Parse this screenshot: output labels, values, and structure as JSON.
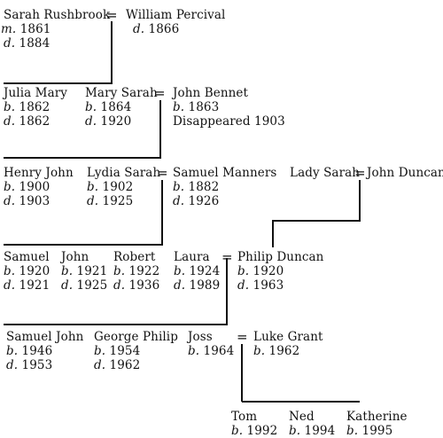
{
  "equals": "=",
  "gen1": {
    "sarah_rushbrook": {
      "name": "Sarah Rushbrook",
      "l1": {
        "p": "m.",
        "y": "1861"
      },
      "l2": {
        "p": "d.",
        "y": "1884"
      }
    },
    "william_percival": {
      "name": "William Percival",
      "l1": {
        "p": "d.",
        "y": "1866"
      }
    }
  },
  "gen2": {
    "julia_mary": {
      "name": "Julia Mary",
      "l1": {
        "p": "b.",
        "y": "1862"
      },
      "l2": {
        "p": "d.",
        "y": "1862"
      }
    },
    "mary_sarah": {
      "name": "Mary Sarah",
      "l1": {
        "p": "b.",
        "y": "1864"
      },
      "l2": {
        "p": "d.",
        "y": "1920"
      }
    },
    "john_bennet": {
      "name": "John Bennet",
      "l1": {
        "p": "b.",
        "y": "1863"
      },
      "l2": "Disappeared 1903"
    }
  },
  "gen3": {
    "henry_john": {
      "name": "Henry John",
      "l1": {
        "p": "b.",
        "y": "1900"
      },
      "l2": {
        "p": "d.",
        "y": "1903"
      }
    },
    "lydia_sarah": {
      "name": "Lydia Sarah",
      "l1": {
        "p": "b.",
        "y": "1902"
      },
      "l2": {
        "p": "d.",
        "y": "1925"
      }
    },
    "samuel_manners": {
      "name": "Samuel Manners",
      "l1": {
        "p": "b.",
        "y": "1882"
      },
      "l2": {
        "p": "d.",
        "y": "1926"
      }
    },
    "lady_sarah": {
      "name": "Lady Sarah"
    },
    "john_duncan": {
      "name": "John Duncan"
    }
  },
  "gen4": {
    "samuel": {
      "name": "Samuel",
      "l1": {
        "p": "b.",
        "y": "1920"
      },
      "l2": {
        "p": "d.",
        "y": "1921"
      }
    },
    "john": {
      "name": "John",
      "l1": {
        "p": "b.",
        "y": "1921"
      },
      "l2": {
        "p": "d.",
        "y": "1925"
      }
    },
    "robert": {
      "name": "Robert",
      "l1": {
        "p": "b.",
        "y": "1922"
      },
      "l2": {
        "p": "d.",
        "y": "1936"
      }
    },
    "laura": {
      "name": "Laura",
      "l1": {
        "p": "b.",
        "y": "1924"
      },
      "l2": {
        "p": "d.",
        "y": "1989"
      }
    },
    "philip_duncan": {
      "name": "Philip Duncan",
      "l1": {
        "p": "b.",
        "y": "1920"
      },
      "l2": {
        "p": "d.",
        "y": "1963"
      }
    }
  },
  "gen5": {
    "samuel_john": {
      "name": "Samuel John",
      "l1": {
        "p": "b.",
        "y": "1946"
      },
      "l2": {
        "p": "d.",
        "y": "1953"
      }
    },
    "george_philip": {
      "name": "George Philip",
      "l1": {
        "p": "b.",
        "y": "1954"
      },
      "l2": {
        "p": "d.",
        "y": "1962"
      }
    },
    "joss": {
      "name": "Joss",
      "l1": {
        "p": "b.",
        "y": "1964"
      }
    },
    "luke_grant": {
      "name": "Luke Grant",
      "l1": {
        "p": "b.",
        "y": "1962"
      }
    }
  },
  "gen6": {
    "tom": {
      "name": "Tom",
      "l1": {
        "p": "b.",
        "y": "1992"
      }
    },
    "ned": {
      "name": "Ned",
      "l1": {
        "p": "b.",
        "y": "1994"
      }
    },
    "katherine": {
      "name": "Katherine",
      "l1": {
        "p": "b.",
        "y": "1995"
      }
    }
  }
}
